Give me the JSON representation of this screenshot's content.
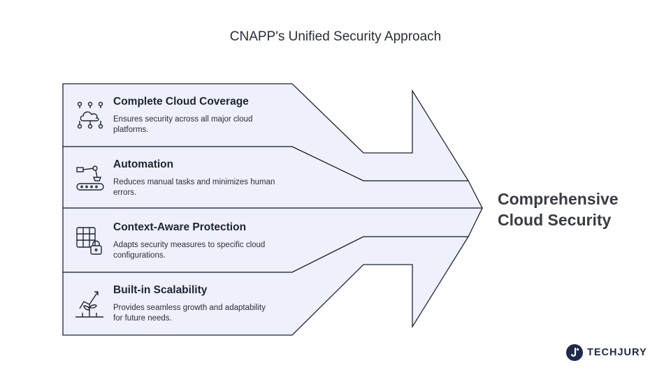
{
  "title": "CNAPP's Unified Security Approach",
  "items": [
    {
      "title": "Complete Cloud Coverage",
      "desc_line1": "Ensures security across all major cloud",
      "desc_line2": "platforms.",
      "icon": "cloud-network-icon"
    },
    {
      "title": "Automation",
      "desc_line1": "Reduces manual tasks and minimizes human",
      "desc_line2": "errors.",
      "icon": "robot-arm-conveyor-icon"
    },
    {
      "title": "Context-Aware Protection",
      "desc_line1": "Adapts security measures to specific cloud",
      "desc_line2": "configurations.",
      "icon": "grid-lock-icon"
    },
    {
      "title": "Built-in Scalability",
      "desc_line1": "Provides seamless growth and adaptability",
      "desc_line2": "for future needs.",
      "icon": "growth-plant-icon"
    }
  ],
  "result": {
    "line1": "Comprehensive",
    "line2": "Cloud Security"
  },
  "brand": {
    "name": "TECHJURY",
    "logo_color": "#1e2a4a"
  },
  "colors": {
    "fill": "#eef0fb",
    "stroke": "#1f2433"
  }
}
